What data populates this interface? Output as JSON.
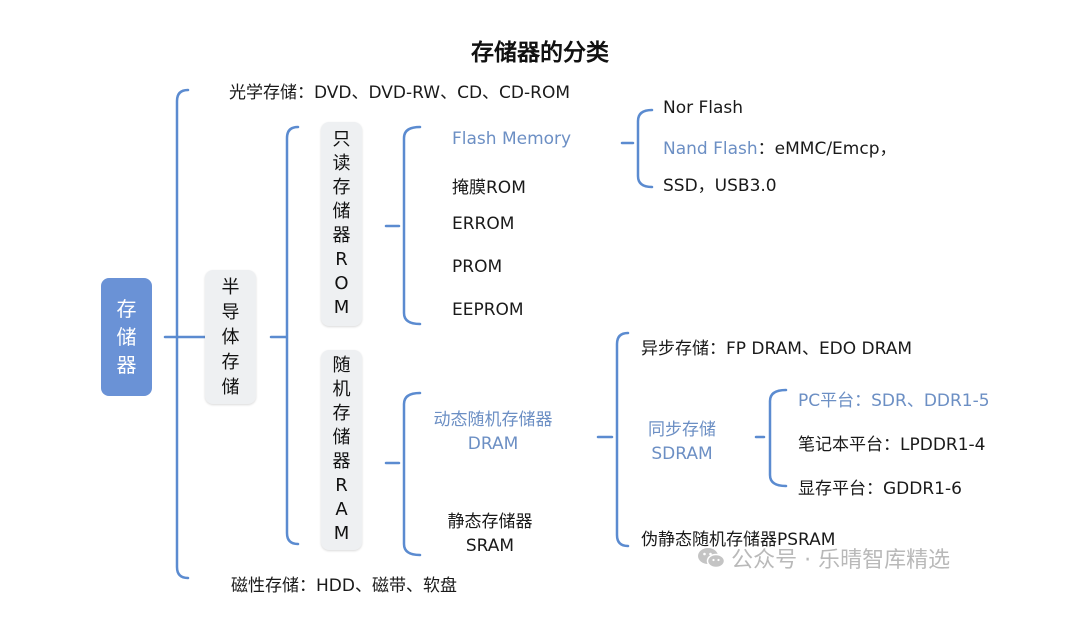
{
  "title": "存储器的分类",
  "root": [
    "存",
    "储",
    "器"
  ],
  "optical": "光学存储：DVD、DVD-RW、CD、CD-ROM",
  "semiconductor": [
    "半",
    "导",
    "体",
    "存",
    "储"
  ],
  "rom_box": [
    "只",
    "读",
    "存",
    "储",
    "器",
    "R",
    "O",
    "M"
  ],
  "ram_box": [
    "随",
    "机",
    "存",
    "储",
    "器",
    "R",
    "A",
    "M"
  ],
  "rom_items": {
    "flash": "Flash Memory",
    "mask": "掩膜ROM",
    "errom": "ERROM",
    "prom": "PROM",
    "eeprom": "EEPROM"
  },
  "flash_items": {
    "nor": "Nor Flash",
    "nand_label": "Nand Flash",
    "nand_rest": "：eMMC/Emcp，",
    "ssd": "SSD，USB3.0"
  },
  "ram_items": {
    "dram_line1": "动态随机存储器",
    "dram_line2": "DRAM",
    "sram_line1": "静态存储器",
    "sram_line2": "SRAM"
  },
  "dram_items": {
    "async": "异步存储：FP DRAM、EDO DRAM",
    "sync_line1": "同步存储",
    "sync_line2": "SDRAM",
    "psram": "伪静态随机存储器PSRAM"
  },
  "sdram_items": {
    "pc": "PC平台：SDR、DDR1-5",
    "notebook": "笔记本平台：LPDDR1-4",
    "gpu": "显存平台：GDDR1-6"
  },
  "magnetic": "磁性存储：HDD、磁带、软盘",
  "watermark": "公众号 · 乐晴智库精选",
  "colors": {
    "bracket": "#5b8bd0",
    "accent_text": "#6c8fc4",
    "root_fill": "#6a92d6"
  }
}
